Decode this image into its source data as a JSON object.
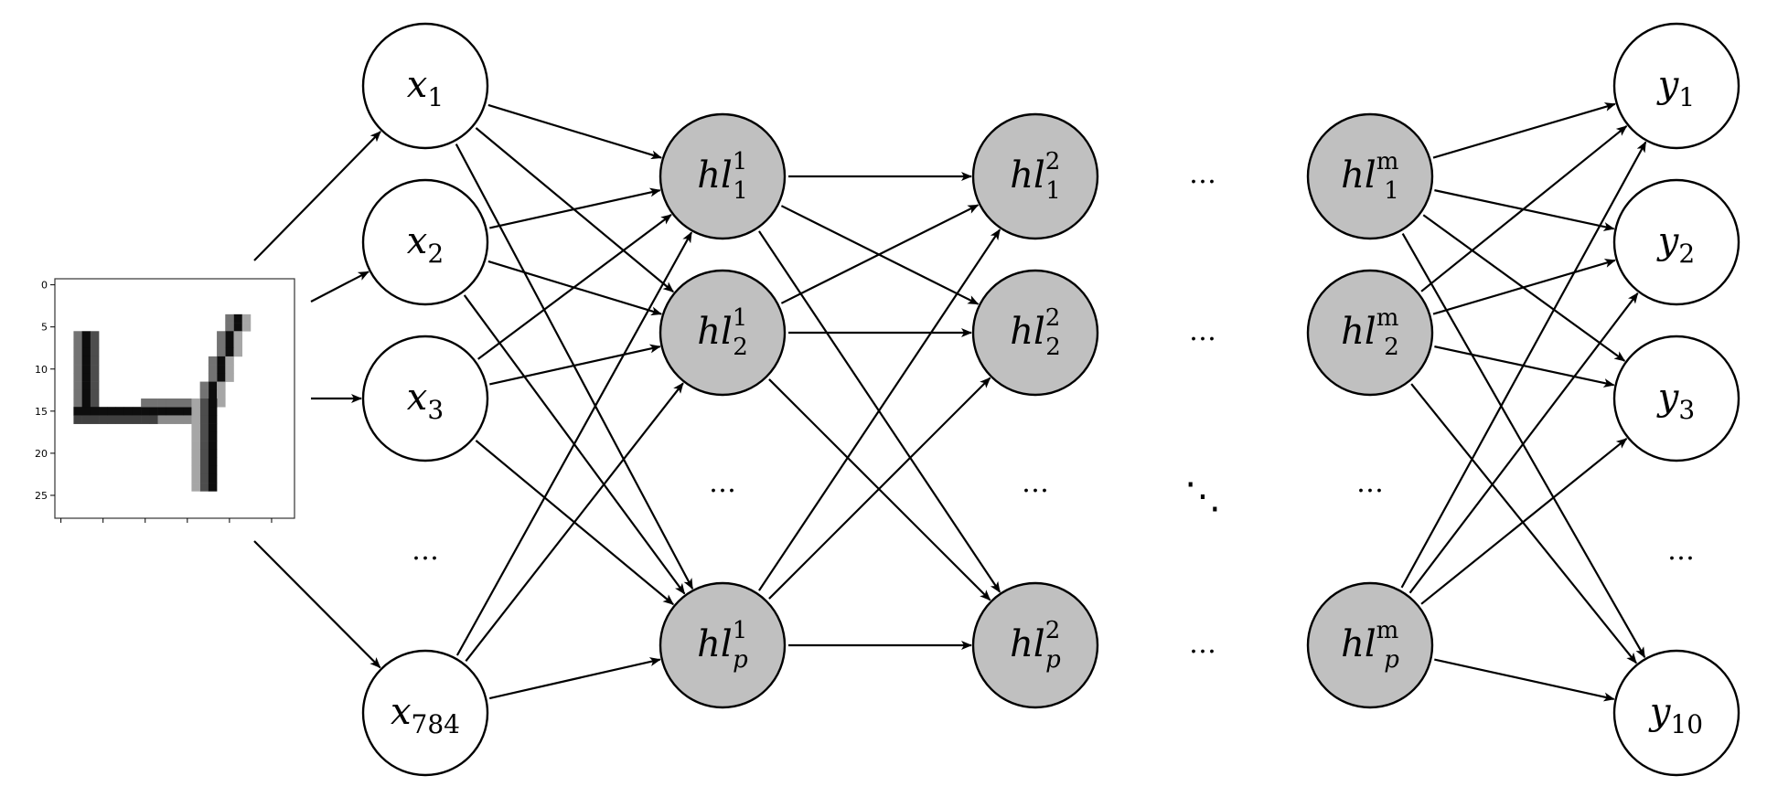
{
  "colors": {
    "input_node": "#ffffff",
    "hidden_node": "#c0c0c0",
    "output_node": "#ffffff",
    "edge": "#000000"
  },
  "thumbnail": {
    "y_ticks": [
      "0",
      "5",
      "10",
      "15",
      "20",
      "25"
    ],
    "digit": "4"
  },
  "input_layer": [
    {
      "base": "x",
      "sub": "1"
    },
    {
      "base": "x",
      "sub": "2"
    },
    {
      "base": "x",
      "sub": "3"
    },
    {
      "base": "x",
      "sub": "784"
    }
  ],
  "hidden_layer_1": [
    {
      "base": "hl",
      "sub": "1",
      "sup": "1"
    },
    {
      "base": "hl",
      "sub": "2",
      "sup": "1"
    },
    {
      "base": "hl",
      "sub": "p",
      "sup": "1"
    }
  ],
  "hidden_layer_2": [
    {
      "base": "hl",
      "sub": "1",
      "sup": "2"
    },
    {
      "base": "hl",
      "sub": "2",
      "sup": "2"
    },
    {
      "base": "hl",
      "sub": "p",
      "sup": "2"
    }
  ],
  "hidden_layer_m": [
    {
      "base": "hl",
      "sub": "1",
      "sup": "m"
    },
    {
      "base": "hl",
      "sub": "2",
      "sup": "m"
    },
    {
      "base": "hl",
      "sub": "p",
      "sup": "m"
    }
  ],
  "output_layer": [
    {
      "base": "y",
      "sub": "1"
    },
    {
      "base": "y",
      "sub": "2"
    },
    {
      "base": "y",
      "sub": "3"
    },
    {
      "base": "y",
      "sub": "10"
    }
  ],
  "ellipsis": {
    "horizontal": "…",
    "diagonal": "⋱"
  }
}
